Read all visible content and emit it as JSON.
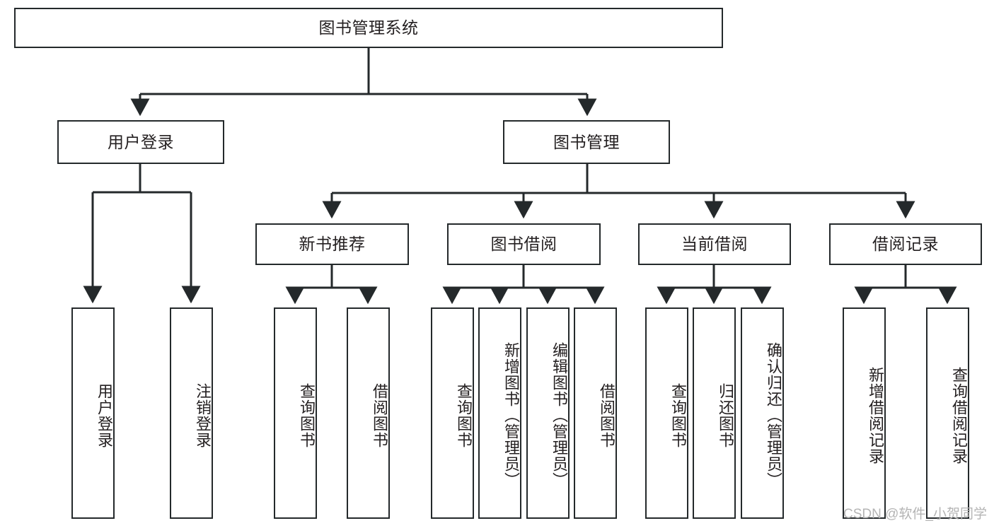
{
  "diagram": {
    "type": "tree-hierarchy",
    "title": "图书管理系统",
    "orientation": "top-down",
    "colors": {
      "node_border": "#24292b",
      "node_fill": "#ffffff",
      "edge": "#24292b",
      "text": "#231f20",
      "watermark": "#b4b4b4",
      "background": "#ffffff"
    },
    "watermark": "CSDN @软件_小贺同学",
    "nodes": {
      "root": {
        "label": "图书管理系统"
      },
      "level2": [
        {
          "label": "用户登录"
        },
        {
          "label": "图书管理"
        }
      ],
      "level3": [
        {
          "label": "新书推荐"
        },
        {
          "label": "图书借阅"
        },
        {
          "label": "当前借阅"
        },
        {
          "label": "借阅记录"
        }
      ],
      "leaves": {
        "user_login": [
          {
            "label": "用户登录"
          },
          {
            "label": "注销登录"
          }
        ],
        "new_book_recommend": [
          {
            "label": "查询图书"
          },
          {
            "label": "借阅图书"
          }
        ],
        "book_borrow": [
          {
            "label": "查询图书"
          },
          {
            "label": "新增图书（管理员）"
          },
          {
            "label": "编辑图书（管理员）"
          },
          {
            "label": "借阅图书"
          }
        ],
        "current_borrow": [
          {
            "label": "查询图书"
          },
          {
            "label": "归还图书"
          },
          {
            "label": "确认归还（管理员）"
          }
        ],
        "borrow_record": [
          {
            "label": "新增借阅记录"
          },
          {
            "label": "查询借阅记录"
          }
        ]
      }
    }
  }
}
